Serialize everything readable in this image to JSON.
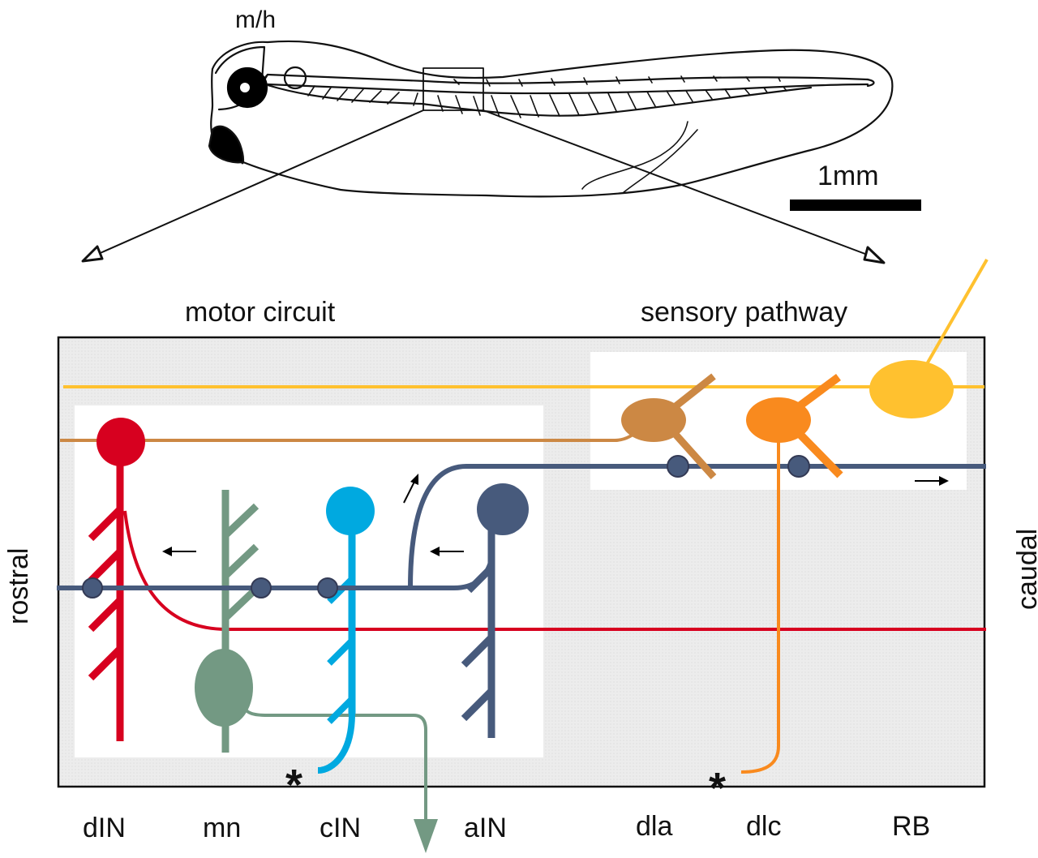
{
  "tadpole": {
    "stage_label": "m/h",
    "scale_bar_label": "1mm"
  },
  "sections": {
    "motor": "motor circuit",
    "sensory": "sensory pathway"
  },
  "orientation": {
    "left": "rostral",
    "right": "caudal"
  },
  "neurons": [
    {
      "id": "dIN",
      "label": "dIN",
      "color": "#d7001f"
    },
    {
      "id": "mn",
      "label": "mn",
      "color": "#739983"
    },
    {
      "id": "cIN",
      "label": "cIN",
      "color": "#00a9e0"
    },
    {
      "id": "aIN",
      "label": "aIN",
      "color": "#475a7c"
    },
    {
      "id": "dla",
      "label": "dla",
      "color": "#cc8844"
    },
    {
      "id": "dlc",
      "label": "dlc",
      "color": "#f98a1e"
    },
    {
      "id": "RB",
      "label": "RB",
      "color": "#ffc12f"
    }
  ],
  "markers": {
    "asterisk": "*"
  },
  "colors": {
    "panel_bg": "#ececec",
    "subpanel_bg": "#ffffff",
    "outline": "#111111",
    "synapse": "#475a7c"
  }
}
